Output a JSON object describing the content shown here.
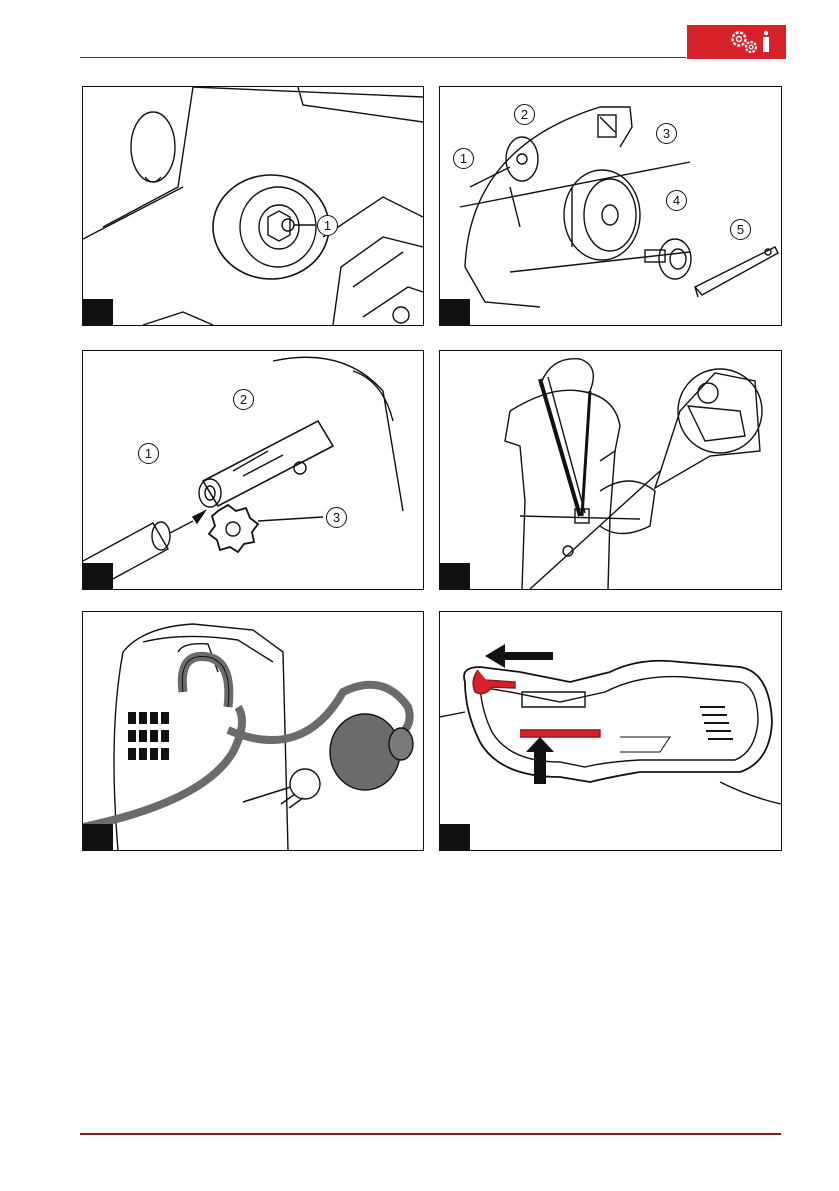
{
  "header": {
    "badge_icon": "gears-info-icon",
    "badge_color": "#d7202a"
  },
  "figures": [
    {
      "id": "fig-1",
      "number": "",
      "callouts": [
        "1"
      ]
    },
    {
      "id": "fig-2",
      "number": "",
      "callouts": [
        "1",
        "2",
        "3",
        "4",
        "5"
      ]
    },
    {
      "id": "fig-3",
      "number": "",
      "callouts": [
        "1",
        "2",
        "3"
      ]
    },
    {
      "id": "fig-4",
      "number": "",
      "callouts": []
    },
    {
      "id": "fig-5",
      "number": "",
      "callouts": []
    },
    {
      "id": "fig-6",
      "number": "",
      "callouts": []
    }
  ],
  "colors": {
    "rule": "#8b1a22",
    "accent_red": "#d7202a",
    "line_art": "#111111",
    "cable_gray": "#6b6b6b"
  }
}
